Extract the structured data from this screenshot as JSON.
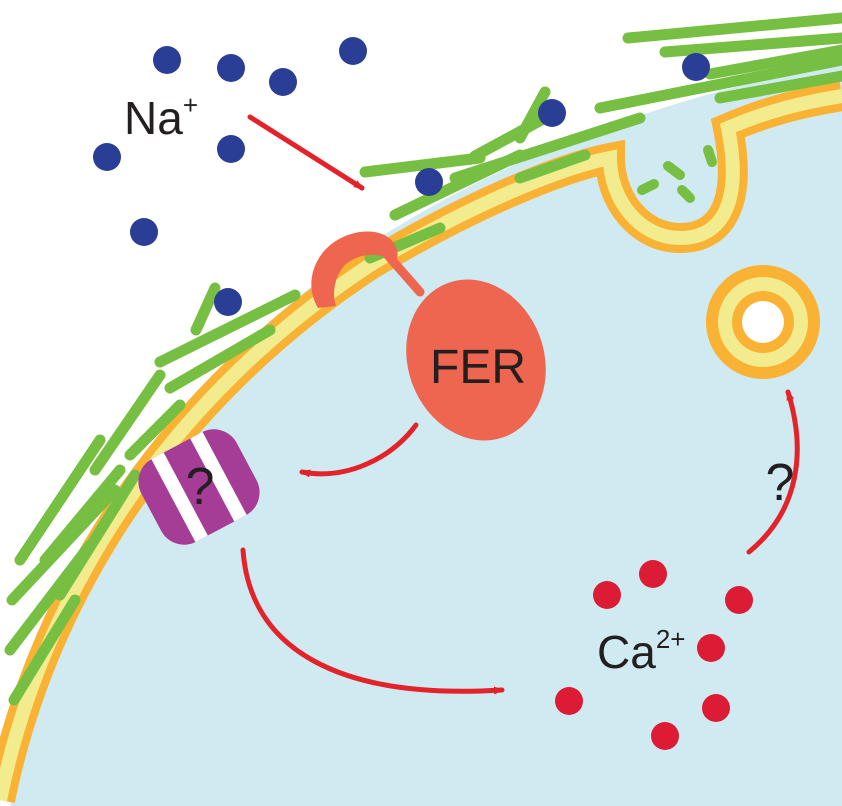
{
  "labels": {
    "sodium_base": "Na",
    "sodium_sup": "+",
    "receptor": "FER",
    "channel_unknown": "?",
    "pathway_unknown": "?",
    "calcium_base": "Ca",
    "calcium_sup": "2+"
  },
  "colors": {
    "cytoplasm": "#cfeaf1",
    "membrane_outer": "#f9b234",
    "membrane_inner": "#f2ec8f",
    "cell_wall": "#76bf43",
    "sodium_ion": "#2b3e95",
    "calcium_ion": "#dc1c35",
    "receptor": "#ee6650",
    "channel": "#a53d96",
    "arrow": "#e42229"
  }
}
